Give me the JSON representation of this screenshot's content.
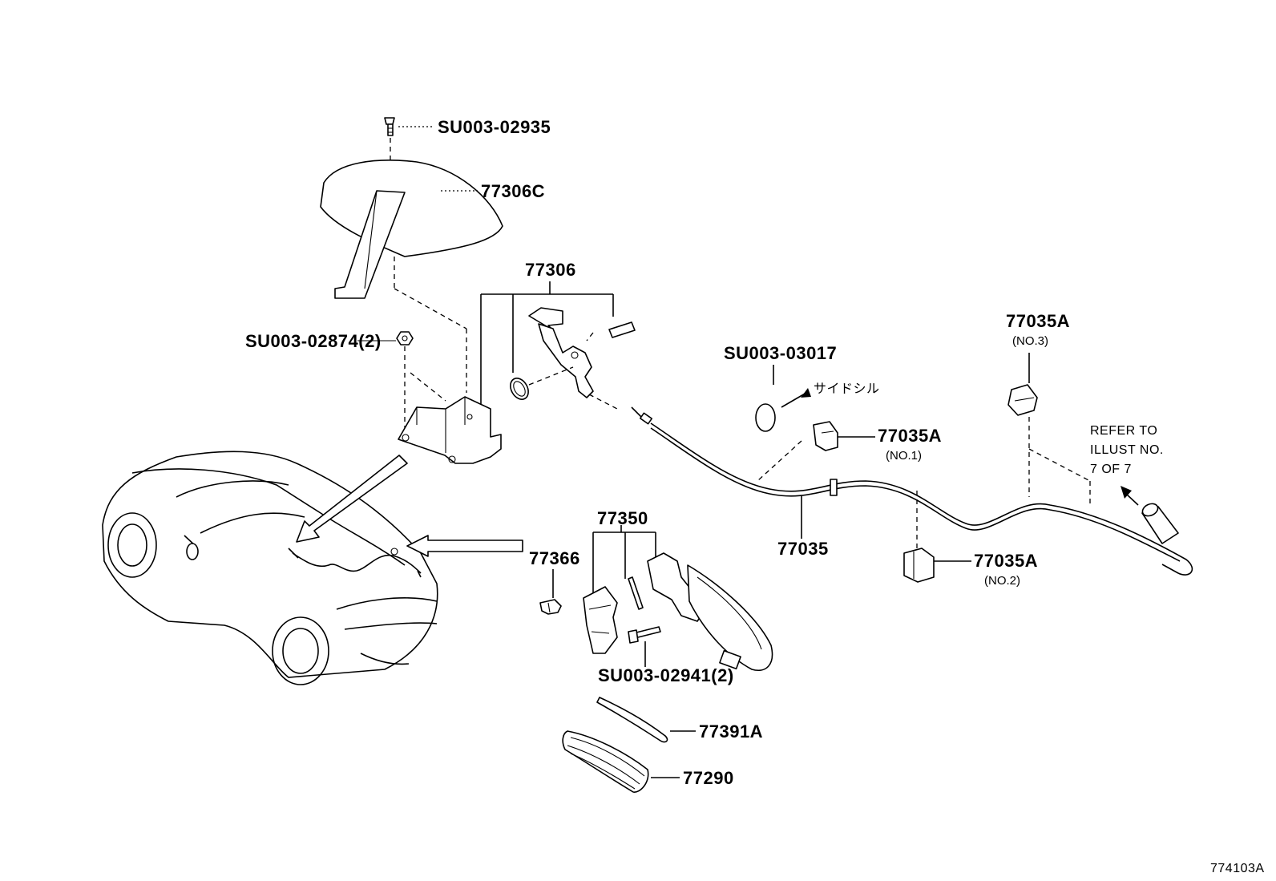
{
  "labels": {
    "su003_02935": "SU003-02935",
    "p77306c": "77306C",
    "p77306": "77306",
    "su003_02874": "SU003-02874(2)",
    "su003_03017": "SU003-03017",
    "side_sill": "サイドシル",
    "p77035a_no3": "77035A",
    "no3": "(NO.3)",
    "p77035a_no1": "77035A",
    "no1": "(NO.1)",
    "refer_line1": "REFER TO",
    "refer_line2": "ILLUST NO.",
    "refer_line3": "7 OF 7",
    "p77350": "77350",
    "p77366": "77366",
    "p77035": "77035",
    "p77035a_no2": "77035A",
    "no2": "(NO.2)",
    "su003_02941": "SU003-02941(2)",
    "p77391a": "77391A",
    "p77290": "77290",
    "illustration_code": "774103A"
  }
}
